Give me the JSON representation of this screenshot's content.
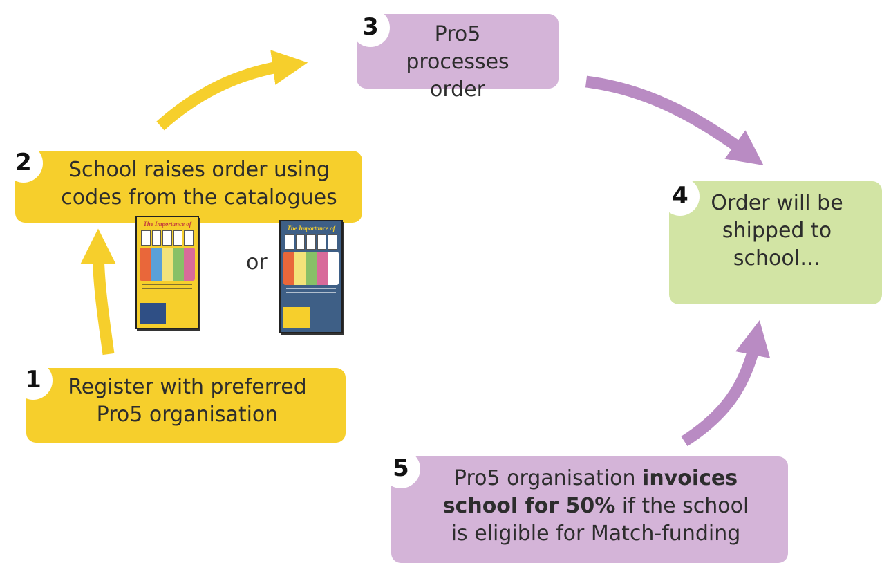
{
  "steps": [
    {
      "number": "1",
      "text": "Register with preferred Pro5 organisation"
    },
    {
      "number": "2",
      "text": "School raises order using codes from the catalogues"
    },
    {
      "number": "3",
      "text": "Pro5 processes order"
    },
    {
      "number": "4",
      "text": "Order will be shipped to school…"
    },
    {
      "number": "5",
      "text_before": "Pro5 organisation ",
      "bold_1": "invoices",
      "bold_2": "school for 50%",
      "text_after": " if the school is eligible for Match-funding"
    }
  ],
  "or_label": "or",
  "catalogues": [
    {
      "header": "The Importance of"
    },
    {
      "header": "The Importance of"
    }
  ],
  "colors": {
    "yellow": "#f6cf2c",
    "purple": "#d4b4d8",
    "green": "#d2e4a4",
    "purple_arrow": "#b98bc3"
  }
}
